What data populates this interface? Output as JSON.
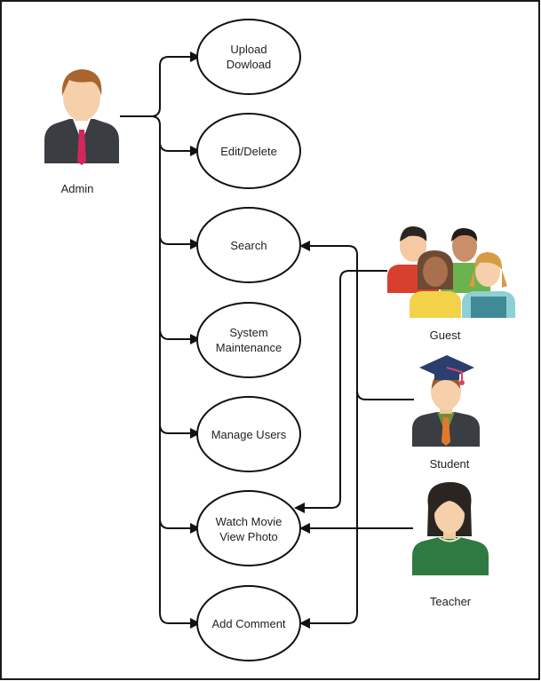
{
  "actors": {
    "admin": "Admin",
    "guest": "Guest",
    "student": "Student",
    "teacher": "Teacher"
  },
  "use_cases": {
    "upload": [
      "Upload",
      "Dowload"
    ],
    "edit": [
      "Edit/Delete"
    ],
    "search": [
      "Search"
    ],
    "maintenance": [
      "System",
      "Maintenance"
    ],
    "manage_users": [
      "Manage Users"
    ],
    "watch": [
      "Watch Movie",
      "View Photo"
    ],
    "comment": [
      "Add Comment"
    ]
  }
}
